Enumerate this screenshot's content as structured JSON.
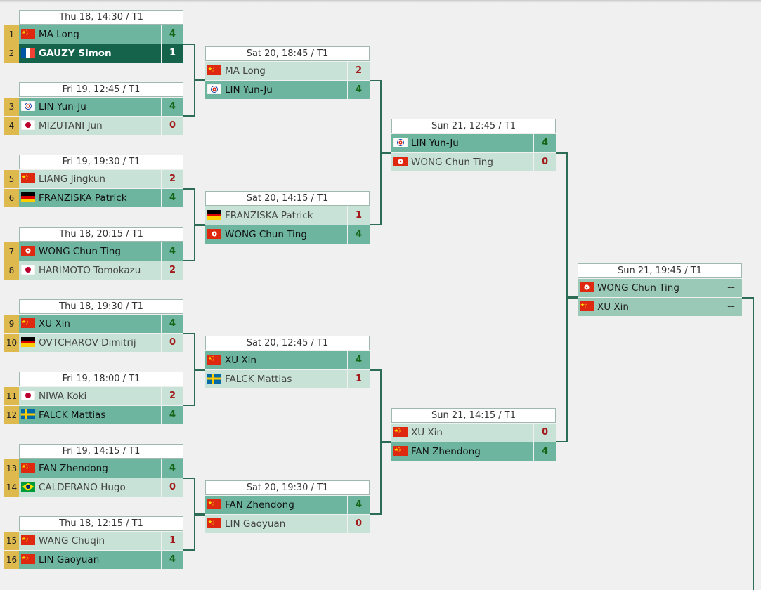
{
  "colors": {
    "seed": "#ddb94e",
    "winner_bg": "#6db59f",
    "loser_bg": "#c8e2d8",
    "highlight_bg": "#15634b",
    "pending_bg": "#9ac9b8",
    "connector": "#2d6d55",
    "win_score": "#176417",
    "lose_score": "#a31a1a"
  },
  "matches": [
    {
      "id": "r1m1",
      "time": "Thu 18, 14:30 / T1",
      "players": [
        {
          "seed": "1",
          "flag": "CHN",
          "name": "MA Long",
          "score": "4",
          "state": "win"
        },
        {
          "seed": "2",
          "flag": "FRA",
          "name": "GAUZY Simon",
          "score": "1",
          "state": "dark"
        }
      ]
    },
    {
      "id": "r1m2",
      "time": "Fri 19, 12:45 / T1",
      "players": [
        {
          "seed": "3",
          "flag": "TPE",
          "name": "LIN Yun-Ju",
          "score": "4",
          "state": "win"
        },
        {
          "seed": "4",
          "flag": "JPN",
          "name": "MIZUTANI Jun",
          "score": "0",
          "state": "lose"
        }
      ]
    },
    {
      "id": "r1m3",
      "time": "Fri 19, 19:30 / T1",
      "players": [
        {
          "seed": "5",
          "flag": "CHN",
          "name": "LIANG Jingkun",
          "score": "2",
          "state": "lose"
        },
        {
          "seed": "6",
          "flag": "GER",
          "name": "FRANZISKA Patrick",
          "score": "4",
          "state": "win"
        }
      ]
    },
    {
      "id": "r1m4",
      "time": "Thu 18, 20:15 / T1",
      "players": [
        {
          "seed": "7",
          "flag": "HKG",
          "name": "WONG Chun Ting",
          "score": "4",
          "state": "win"
        },
        {
          "seed": "8",
          "flag": "JPN",
          "name": "HARIMOTO Tomokazu",
          "score": "2",
          "state": "lose"
        }
      ]
    },
    {
      "id": "r1m5",
      "time": "Thu 18, 19:30 / T1",
      "players": [
        {
          "seed": "9",
          "flag": "CHN",
          "name": "XU Xin",
          "score": "4",
          "state": "win"
        },
        {
          "seed": "10",
          "flag": "GER",
          "name": "OVTCHAROV Dimitrij",
          "score": "0",
          "state": "lose"
        }
      ]
    },
    {
      "id": "r1m6",
      "time": "Fri 19, 18:00 / T1",
      "players": [
        {
          "seed": "11",
          "flag": "JPN",
          "name": "NIWA Koki",
          "score": "2",
          "state": "lose"
        },
        {
          "seed": "12",
          "flag": "SWE",
          "name": "FALCK Mattias",
          "score": "4",
          "state": "win"
        }
      ]
    },
    {
      "id": "r1m7",
      "time": "Fri 19, 14:15 / T1",
      "players": [
        {
          "seed": "13",
          "flag": "CHN",
          "name": "FAN Zhendong",
          "score": "4",
          "state": "win"
        },
        {
          "seed": "14",
          "flag": "BRA",
          "name": "CALDERANO Hugo",
          "score": "0",
          "state": "lose"
        }
      ]
    },
    {
      "id": "r1m8",
      "time": "Thu 18, 12:15 / T1",
      "players": [
        {
          "seed": "15",
          "flag": "CHN",
          "name": "WANG Chuqin",
          "score": "1",
          "state": "lose"
        },
        {
          "seed": "16",
          "flag": "CHN",
          "name": "LIN Gaoyuan",
          "score": "4",
          "state": "win"
        }
      ]
    },
    {
      "id": "qf1",
      "time": "Sat 20, 18:45 / T1",
      "players": [
        {
          "flag": "CHN",
          "name": "MA Long",
          "score": "2",
          "state": "lose"
        },
        {
          "flag": "TPE",
          "name": "LIN Yun-Ju",
          "score": "4",
          "state": "win"
        }
      ]
    },
    {
      "id": "qf2",
      "time": "Sat 20, 14:15 / T1",
      "players": [
        {
          "flag": "GER",
          "name": "FRANZISKA Patrick",
          "score": "1",
          "state": "lose"
        },
        {
          "flag": "HKG",
          "name": "WONG Chun Ting",
          "score": "4",
          "state": "win"
        }
      ]
    },
    {
      "id": "qf3",
      "time": "Sat 20, 12:45 / T1",
      "players": [
        {
          "flag": "CHN",
          "name": "XU Xin",
          "score": "4",
          "state": "win"
        },
        {
          "flag": "SWE",
          "name": "FALCK Mattias",
          "score": "1",
          "state": "lose"
        }
      ]
    },
    {
      "id": "qf4",
      "time": "Sat 20, 19:30 / T1",
      "players": [
        {
          "flag": "CHN",
          "name": "FAN Zhendong",
          "score": "4",
          "state": "win"
        },
        {
          "flag": "CHN",
          "name": "LIN Gaoyuan",
          "score": "0",
          "state": "lose"
        }
      ]
    },
    {
      "id": "sf1",
      "time": "Sun 21, 12:45 / T1",
      "players": [
        {
          "flag": "TPE",
          "name": "LIN Yun-Ju",
          "score": "4",
          "state": "win"
        },
        {
          "flag": "HKG",
          "name": "WONG Chun Ting",
          "score": "0",
          "state": "lose"
        }
      ]
    },
    {
      "id": "sf2",
      "time": "Sun 21, 14:15 / T1",
      "players": [
        {
          "flag": "CHN",
          "name": "XU Xin",
          "score": "0",
          "state": "lose"
        },
        {
          "flag": "CHN",
          "name": "FAN Zhendong",
          "score": "4",
          "state": "win"
        }
      ]
    },
    {
      "id": "final",
      "time": "Sun 21, 19:45 / T1",
      "players": [
        {
          "flag": "HKG",
          "name": "WONG Chun Ting",
          "score": "--",
          "state": "pend"
        },
        {
          "flag": "CHN",
          "name": "XU Xin",
          "score": "--",
          "state": "pend"
        }
      ]
    }
  ]
}
